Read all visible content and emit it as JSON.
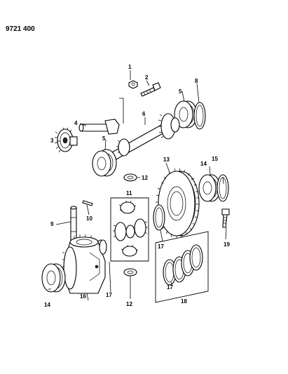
{
  "document": {
    "number": "9721 400"
  },
  "callouts": [
    {
      "id": "c1",
      "label": "1"
    },
    {
      "id": "c2",
      "label": "2"
    },
    {
      "id": "c3",
      "label": "3"
    },
    {
      "id": "c4",
      "label": "4"
    },
    {
      "id": "c5a",
      "label": "5"
    },
    {
      "id": "c5b",
      "label": "5"
    },
    {
      "id": "c6",
      "label": "6"
    },
    {
      "id": "c8",
      "label": "8"
    },
    {
      "id": "c9",
      "label": "9"
    },
    {
      "id": "c10",
      "label": "10"
    },
    {
      "id": "c11",
      "label": "11"
    },
    {
      "id": "c12a",
      "label": "12"
    },
    {
      "id": "c12b",
      "label": "12"
    },
    {
      "id": "c13",
      "label": "13"
    },
    {
      "id": "c14a",
      "label": "14"
    },
    {
      "id": "c14b",
      "label": "14"
    },
    {
      "id": "c15",
      "label": "15"
    },
    {
      "id": "c16",
      "label": "16"
    },
    {
      "id": "c17a",
      "label": "17"
    },
    {
      "id": "c17b",
      "label": "17"
    },
    {
      "id": "c17c",
      "label": "17"
    },
    {
      "id": "c18",
      "label": "18"
    },
    {
      "id": "c19",
      "label": "19"
    }
  ]
}
